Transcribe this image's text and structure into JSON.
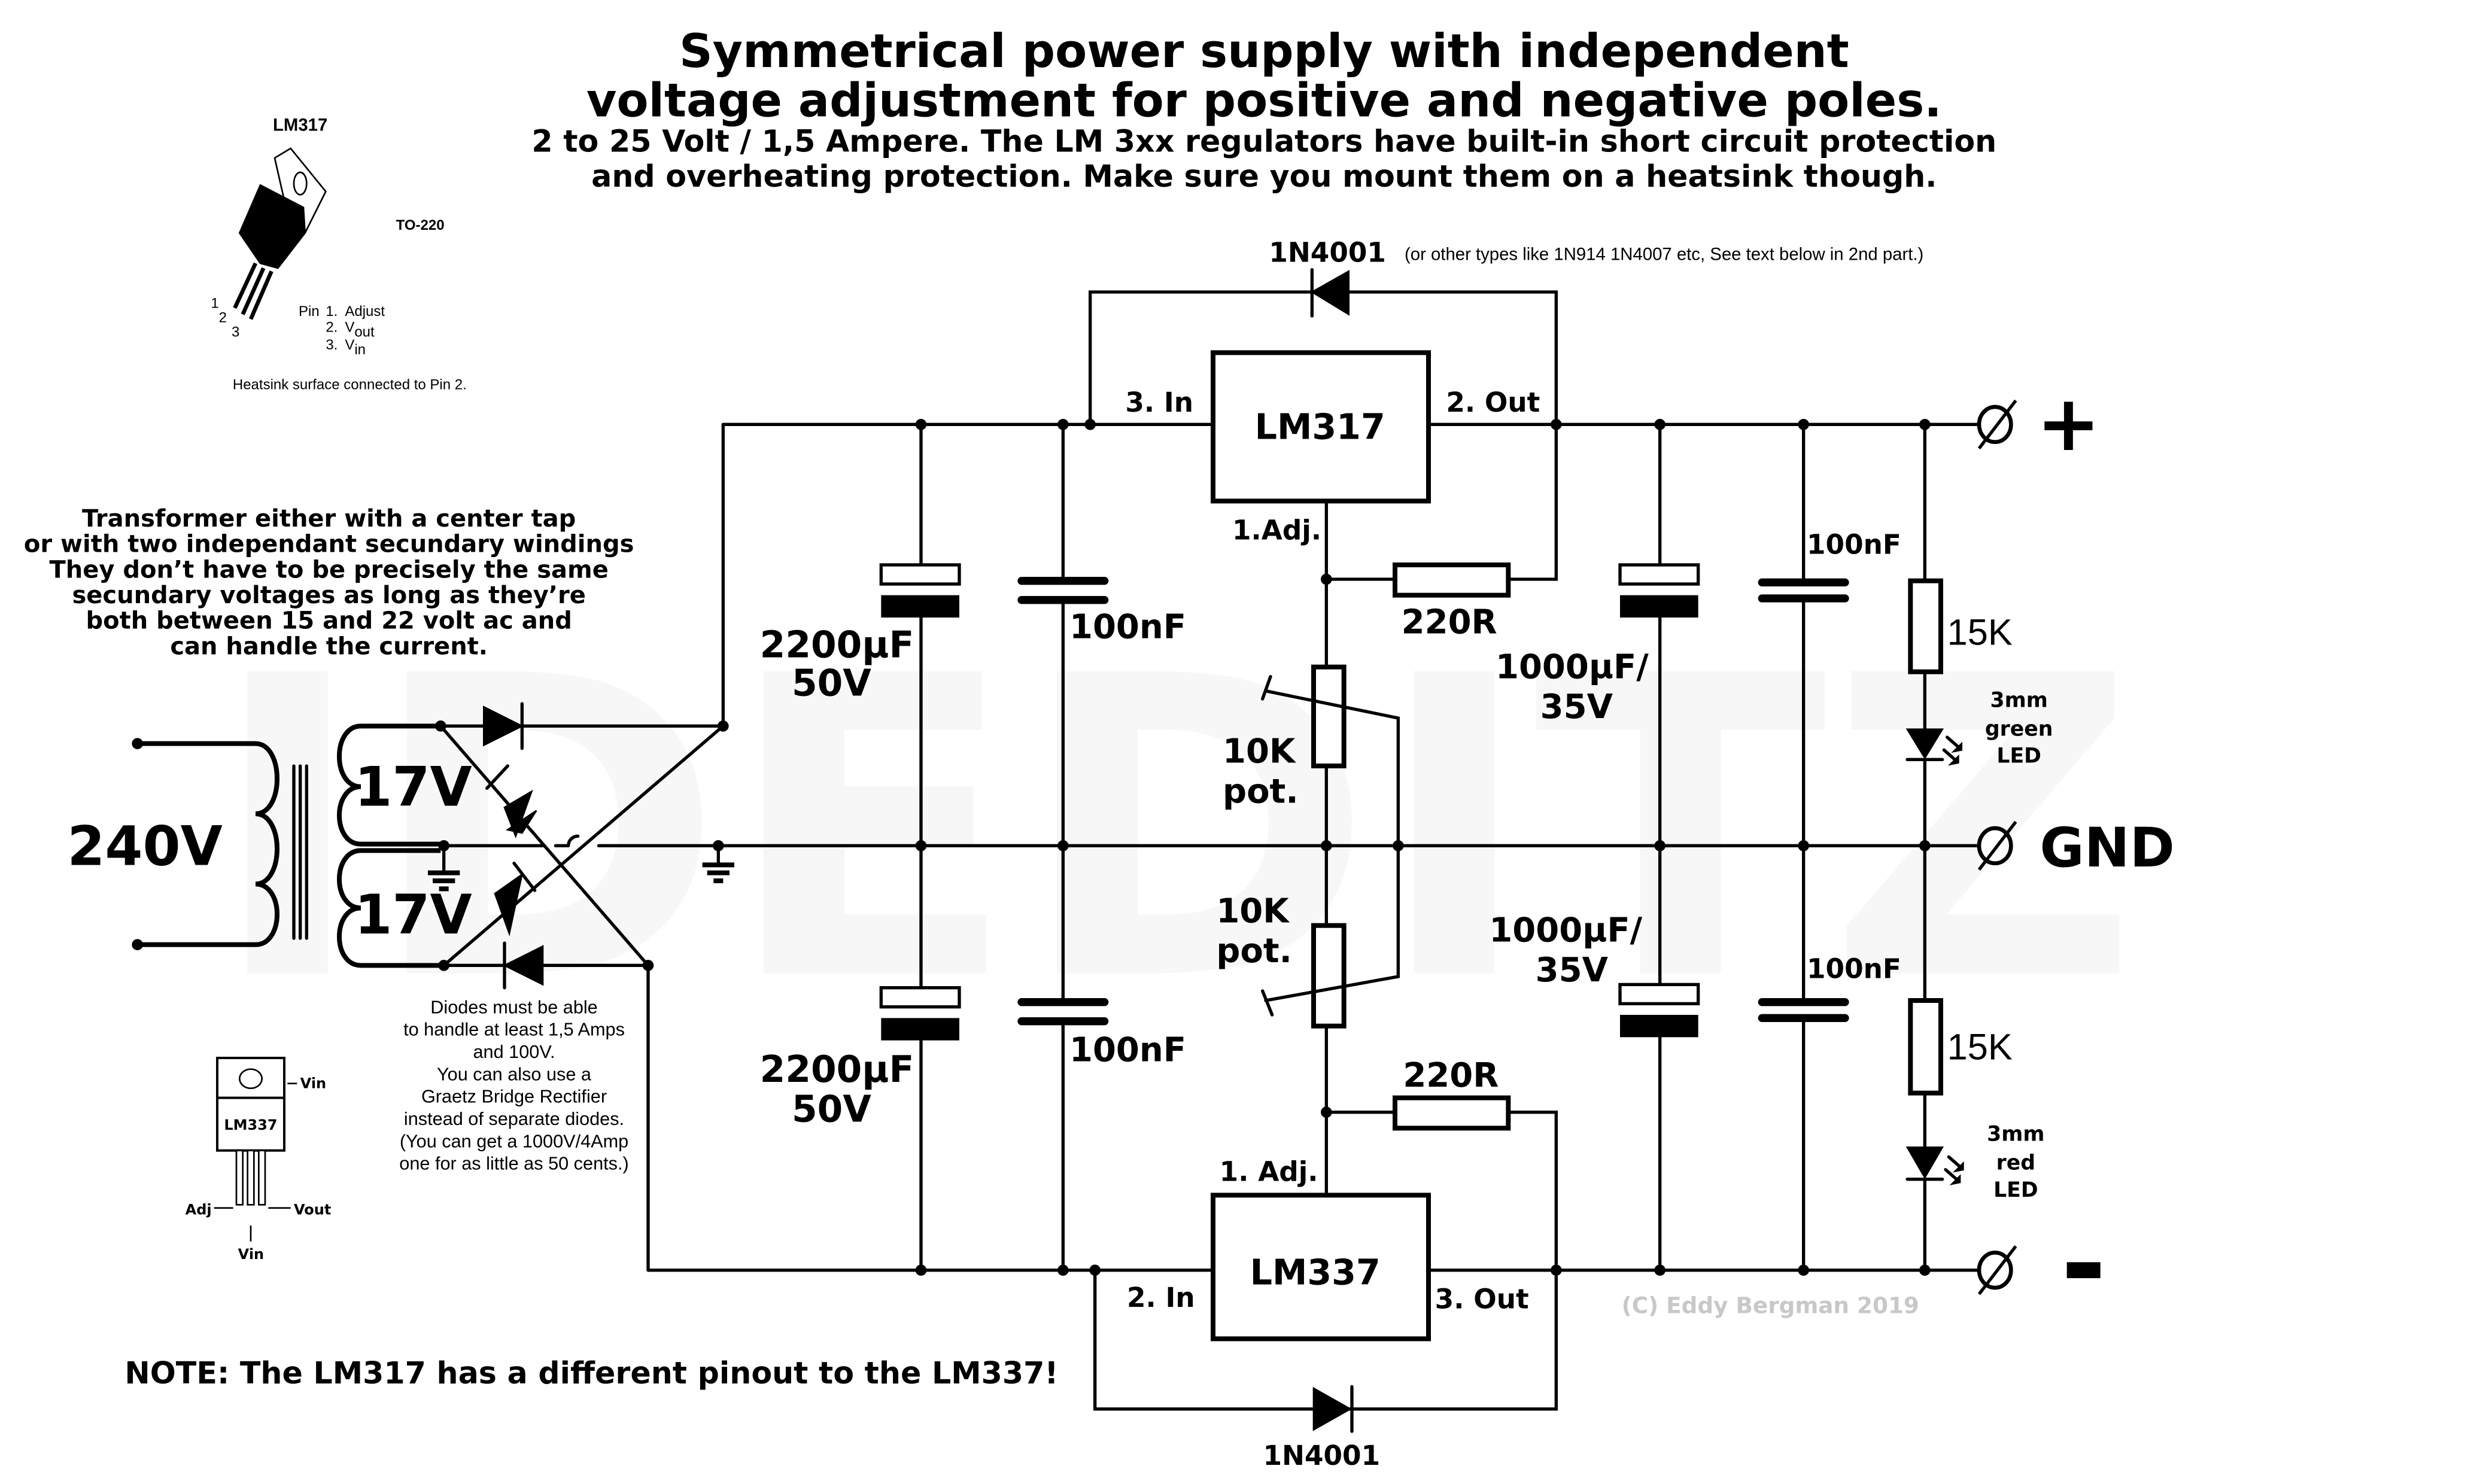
{
  "title": {
    "line1": "Symmetrical power supply with independent",
    "line2": "voltage adjustment for positive and negative poles.",
    "line3": "2 to 25 Volt / 1,5 Ampere. The LM 3xx regulators have built-in short circuit protection",
    "line4": "and overheating protection. Make sure you mount them on a heatsink though."
  },
  "watermark": "IDEDITZ",
  "lm317_package": {
    "name": "LM317",
    "package": "TO-220",
    "pin_numbers": [
      "1",
      "2",
      "3"
    ],
    "pin_label": "Pin",
    "pins": [
      {
        "num": "1.",
        "name": "Adjust",
        "sub": ""
      },
      {
        "num": "2.",
        "name": "V",
        "sub": "out"
      },
      {
        "num": "3.",
        "name": "V",
        "sub": "in"
      }
    ],
    "heatsink_note": "Heatsink surface connected to Pin 2."
  },
  "lm337_package": {
    "name": "LM337",
    "tab_label": "Vin",
    "adj_label": "Adj",
    "vout_label": "Vout",
    "vin_label": "Vin"
  },
  "transformer_note": [
    "Transformer either with a center tap",
    "or with two independant secundary windings",
    "They don’t have to be precisely the same",
    "secundary voltages as long as they’re",
    "both between 15 and 22 volt ac and",
    "can handle the current."
  ],
  "diodes_note": [
    "Diodes must be able",
    "to handle at least 1,5 Amps",
    "and 100V.",
    "You can also use a",
    "Graetz Bridge Rectifier",
    "instead of separate diodes.",
    "(You can get a 1000V/4Amp",
    "one for as little as 50 cents.)"
  ],
  "pinout_note": "NOTE: The LM317 has a different pinout to the LM337!",
  "transformer": {
    "primary": "240V",
    "secondary_top": "17V",
    "secondary_bottom": "17V"
  },
  "components": {
    "top_diode": "1N4001",
    "top_diode_note": "(or other types like 1N914 1N4007 etc, See text below in 2nd part.)",
    "bottom_diode": "1N4001",
    "reg_pos": {
      "name": "LM317",
      "in": "3. In",
      "out": "2. Out",
      "adj": "1.Adj."
    },
    "reg_neg": {
      "name": "LM337",
      "in": "2. In",
      "out": "3. Out",
      "adj": "1. Adj."
    },
    "cap_in_top": [
      "2200µF",
      "50V"
    ],
    "cap_in_bottom": [
      "2200µF",
      "50V"
    ],
    "cap_cer_in_top": "100nF",
    "cap_cer_in_bottom": "100nF",
    "res_adj_top": "220R",
    "res_adj_bottom": "220R",
    "pot_top": [
      "10K",
      "pot."
    ],
    "pot_bottom": [
      "10K",
      "pot."
    ],
    "cap_out_top": [
      "1000µF/",
      "35V"
    ],
    "cap_out_bottom": [
      "1000µF/",
      "35V"
    ],
    "cap_cer_out_top": "100nF",
    "cap_cer_out_bottom": "100nF",
    "res_led_top": "15K",
    "res_led_bottom": "15K",
    "led_top": [
      "3mm",
      "green",
      "LED"
    ],
    "led_bottom": [
      "3mm",
      "red",
      "LED"
    ]
  },
  "terminals": {
    "positive": "+",
    "ground": "GND",
    "negative": "-"
  },
  "copyright": "(C) Eddy Bergman 2019"
}
